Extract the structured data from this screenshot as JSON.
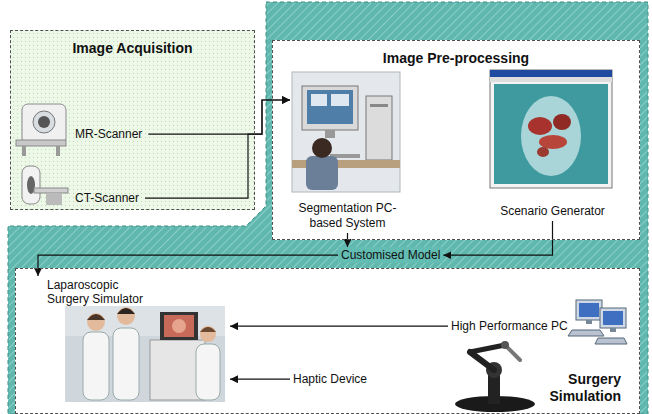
{
  "diagram": {
    "nodes": [
      {
        "text": [
          "Image Acquisition"
        ]
      },
      {
        "text": [
          "MR-Scanner"
        ],
        "in": 0
      },
      {
        "text": [
          "CT-Scanner"
        ],
        "in": 0
      },
      {
        "text": [
          "Image Pre-processing"
        ]
      },
      {
        "text": [
          "Segmentation PC-based System"
        ],
        "in": 3
      },
      {
        "text": [
          "Scenario Generator"
        ],
        "in": 3
      },
      {
        "text": [
          "Customised Model"
        ]
      },
      {
        "text": [
          "Surgery Simulation"
        ]
      },
      {
        "text": [
          "Laparoscopic Surgery Simulator"
        ],
        "in": 7
      },
      {
        "text": [
          "High Performance PC"
        ],
        "in": 7
      },
      {
        "text": [
          "Haptic Device"
        ],
        "in": 7
      }
    ],
    "edges": [
      {
        "from": 1,
        "to": 4,
        "arrow": "to"
      },
      {
        "from": 2,
        "to": 4,
        "arrow": "to"
      },
      {
        "from": 4,
        "to": 6,
        "arrow": "to"
      },
      {
        "from": 5,
        "to": 6,
        "arrow": "to"
      },
      {
        "from": 6,
        "to": 8,
        "arrow": "to"
      },
      {
        "from": 9,
        "to": 8,
        "arrow": "to"
      },
      {
        "from": 10,
        "to": 8,
        "arrow": "to"
      }
    ]
  }
}
